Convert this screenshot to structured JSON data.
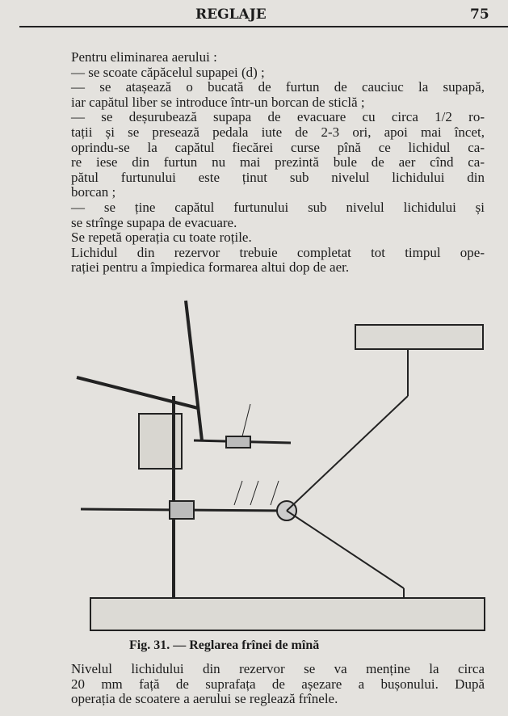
{
  "header": {
    "title": "REGLAJE",
    "page_number": "75"
  },
  "body_lines": [
    "Pentru eliminarea aerului :",
    "— se scoate căpăcelul supapei (d) ;",
    "— se atașează o bucată de furtun de cauciuc la supapă,",
    "iar capătul liber se introduce într-un borcan de sticlă ;",
    "— se deșurubează supapa de evacuare cu circa 1/2 ro-",
    "tații și se presează pedala iute de 2-3 ori, apoi mai încet,",
    "oprindu-se la capătul fiecărei curse pînă ce lichidul ca-",
    "re iese din furtun nu mai prezintă bule de aer cînd ca-",
    "pătul furtunului este ținut sub nivelul lichidului din",
    "borcan ;",
    "— se ține capătul furtunului sub nivelul lichidului și",
    "se strînge supapa de evacuare.",
    "Se repetă operația cu toate roțile.",
    "Lichidul din rezervor trebuie completat tot timpul ope-",
    "rației pentru a împiedica formarea altui dop de aer."
  ],
  "figure": {
    "caption": "Fig. 31. — Reglarea frînei de mînă"
  },
  "footer_lines": [
    "Nivelul lichidului din rezervor se va menține la circa",
    "20 mm față de suprafața de așezare a bușonului. După",
    "operația de scoatere a aerului se reglează frînele."
  ]
}
